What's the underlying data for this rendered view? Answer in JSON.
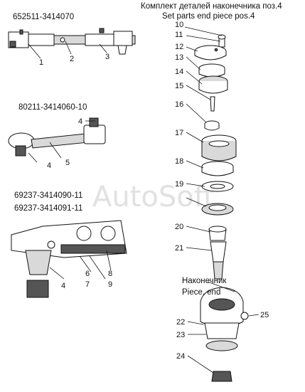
{
  "header": {
    "title_ru": "Комплект деталей наконечника поз.4",
    "title_en": "Set parts end piece pos.4"
  },
  "assemblies": {
    "a1": "652511-3414070",
    "a2": "80211-3414060-10",
    "a3_line1": "69237-3414090-11",
    "a3_line2": "69237-3414091-11"
  },
  "end_piece": {
    "label_ru": "Наконечник",
    "label_en": "Piece, end"
  },
  "watermark": "AutoSoft",
  "callouts": {
    "c1": "1",
    "c2": "2",
    "c3": "3",
    "c4a": "4",
    "c4b": "4",
    "c4c": "4",
    "c5": "5",
    "c6": "6",
    "c7": "7",
    "c8": "8",
    "c9": "9",
    "c10": "10",
    "c11": "11",
    "c12": "12",
    "c13": "13",
    "c14": "14",
    "c15": "15",
    "c16": "16",
    "c17": "17",
    "c18": "18",
    "c19": "19",
    "c20": "20",
    "c21": "21",
    "c22": "22",
    "c23": "23",
    "c24": "24",
    "c25": "25"
  }
}
